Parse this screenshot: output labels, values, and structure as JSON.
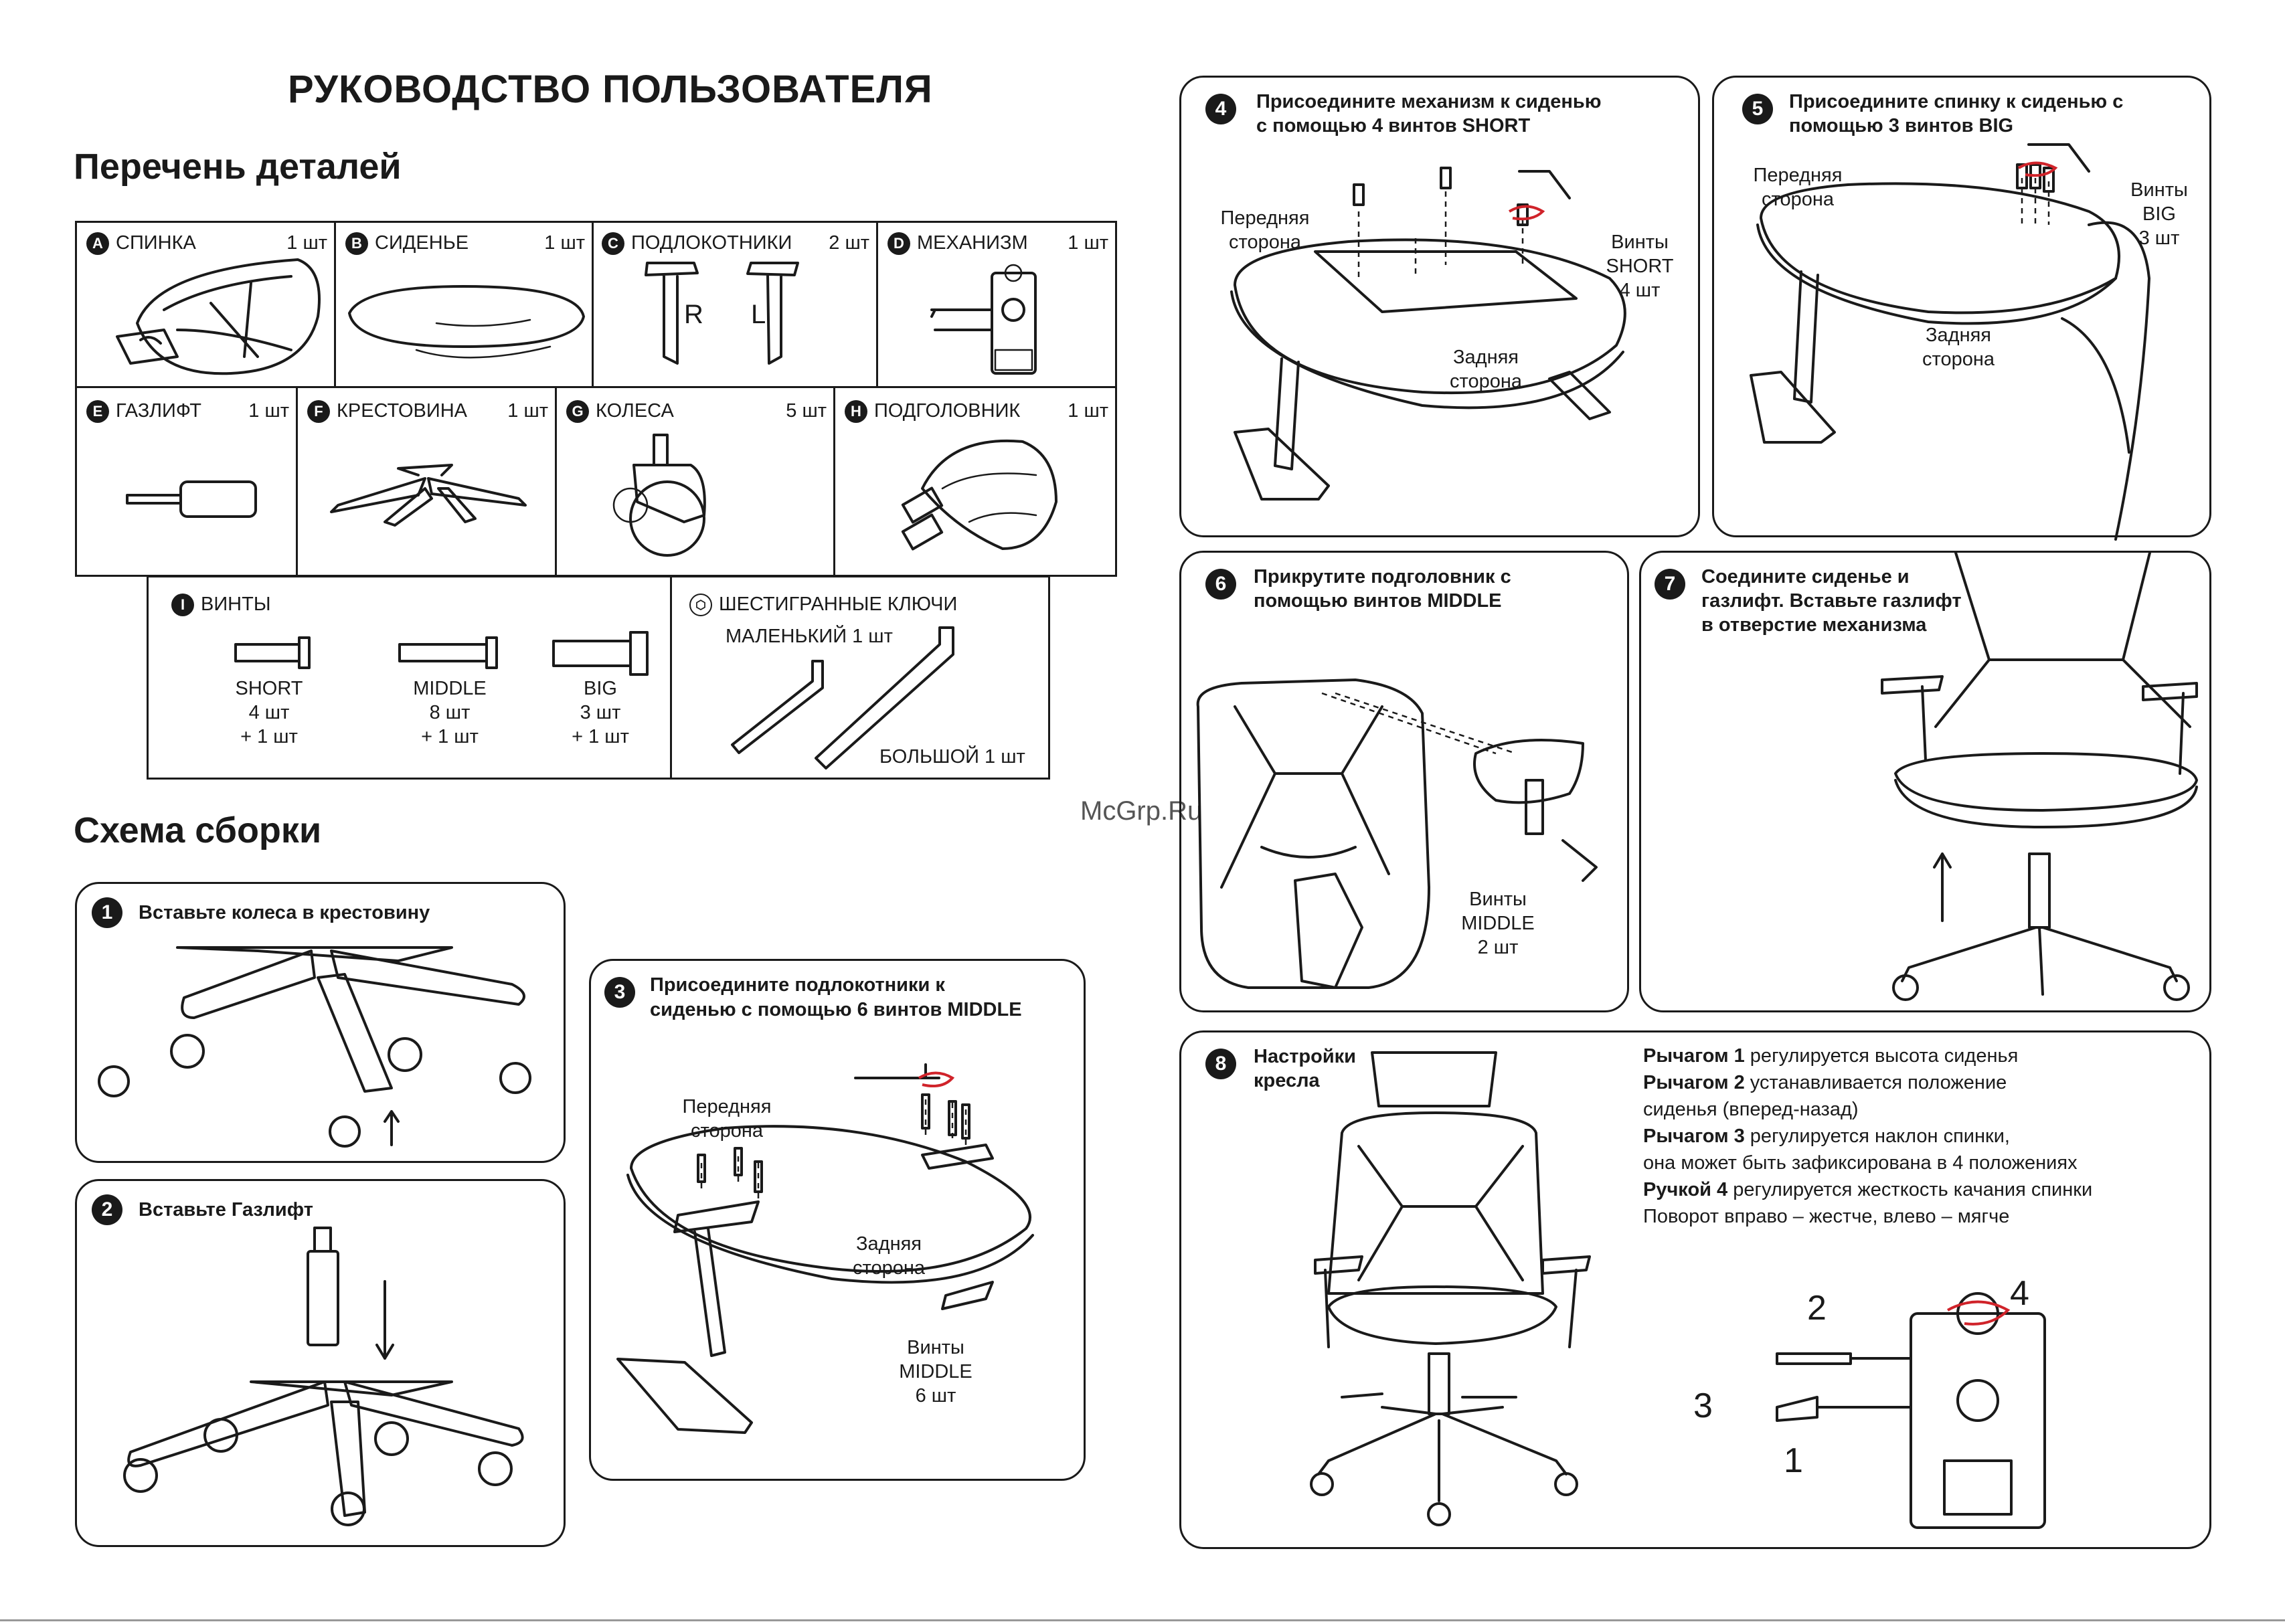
{
  "title": "РУКОВОДСТВО ПОЛЬЗОВАТЕЛЯ",
  "parts_heading": "Перечень деталей",
  "assembly_heading": "Схема сборки",
  "watermark": "McGrp.Ru",
  "parts": {
    "a": {
      "letter": "A",
      "name": "СПИНКА",
      "qty": "1 шт"
    },
    "b": {
      "letter": "B",
      "name": "СИДЕНЬЕ",
      "qty": "1 шт"
    },
    "c": {
      "letter": "C",
      "name": "ПОДЛОКОТНИКИ",
      "qty": "2 шт",
      "r": "R",
      "l": "L"
    },
    "d": {
      "letter": "D",
      "name": "МЕХАНИЗМ",
      "qty": "1 шт"
    },
    "e": {
      "letter": "E",
      "name": "ГАЗЛИФТ",
      "qty": "1 шт"
    },
    "f": {
      "letter": "F",
      "name": "КРЕСТОВИНА",
      "qty": "1 шт"
    },
    "g": {
      "letter": "G",
      "name": "КОЛЕСА",
      "qty": "5 шт"
    },
    "h": {
      "letter": "H",
      "name": "ПОДГОЛОВНИК",
      "qty": "1 шт"
    },
    "i": {
      "letter": "I",
      "name": "ВИНТЫ"
    },
    "screws": [
      {
        "name": "SHORT",
        "qty": "4 шт",
        "extra": "+ 1 шт"
      },
      {
        "name": "MIDDLE",
        "qty": "8 шт",
        "extra": "+ 1 шт"
      },
      {
        "name": "BIG",
        "qty": "3 шт",
        "extra": "+ 1 шт"
      }
    ],
    "keys": {
      "title": "ШЕСТИГРАННЫЕ КЛЮЧИ",
      "small": "МАЛЕНЬКИЙ 1 шт",
      "big": "БОЛЬШОЙ 1 шт"
    }
  },
  "steps": {
    "s1": {
      "num": "1",
      "text": "Вставьте колеса в крестовину"
    },
    "s2": {
      "num": "2",
      "text": "Вставьте Газлифт"
    },
    "s3": {
      "num": "3",
      "line1": "Присоедините подлокотники к",
      "line2": "сиденью с помощью 6 винтов MIDDLE",
      "front1": "Передняя",
      "front2": "сторона",
      "back1": "Задняя",
      "back2": "сторона",
      "screws1": "Винты",
      "screws2": "MIDDLE",
      "screws3": "6 шт"
    },
    "s4": {
      "num": "4",
      "line1": "Присоедините механизм к сиденью",
      "line2": "с помощью 4 винтов SHORT",
      "front1": "Передняя",
      "front2": "сторона",
      "back1": "Задняя",
      "back2": "сторона",
      "screws1": "Винты",
      "screws2": "SHORT",
      "screws3": "4 шт"
    },
    "s5": {
      "num": "5",
      "line1": "Присоедините спинку к сиденью с",
      "line2": "помощью 3 винтов BIG",
      "front1": "Передняя",
      "front2": "сторона",
      "back1": "Задняя",
      "back2": "сторона",
      "screws1": "Винты",
      "screws2": "BIG",
      "screws3": "3 шт"
    },
    "s6": {
      "num": "6",
      "line1": "Прикрутите подголовник с",
      "line2": "помощью винтов MIDDLE",
      "screws1": "Винты",
      "screws2": "MIDDLE",
      "screws3": "2 шт"
    },
    "s7": {
      "num": "7",
      "line1": "Соедините сиденье и",
      "line2": "газлифт. Вставьте газлифт",
      "line3": "в отверстие механизма"
    },
    "s8": {
      "num": "8",
      "line1": "Настройки",
      "line2": "кресла",
      "l1b": "Рычагом 1",
      "l1": " регулируется высота сиденья",
      "l2b": "Рычагом 2",
      "l2": " устанавливается положение",
      "l2c": "сиденья (вперед-назад)",
      "l3b": "Рычагом 3",
      "l3": " регулируется наклон спинки,",
      "l3c": "она может быть зафиксирована в 4 положениях",
      "l4b": "Ручкой 4",
      "l4": " регулируется жесткость качания спинки",
      "l5": "Поворот вправо – жестче, влево – мягче",
      "n1": "1",
      "n2": "2",
      "n3": "3",
      "n4": "4"
    }
  }
}
